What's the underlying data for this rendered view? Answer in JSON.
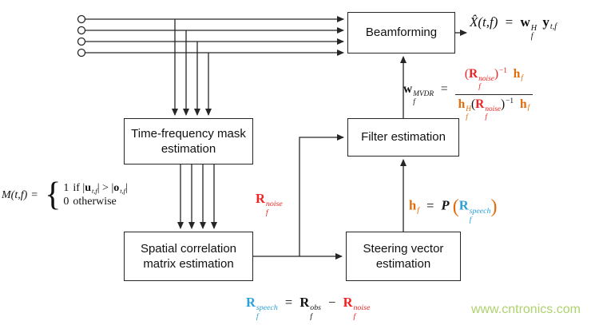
{
  "colors": {
    "red": "#ee2222",
    "orange": "#e26b0a",
    "blue": "#2b9fd8",
    "green": "#a6ce5e"
  },
  "boxes": {
    "beamforming": "Beamforming",
    "tf_mask": "Time-frequency mask estimation",
    "filter": "Filter estimation",
    "spatial": "Spatial correlation matrix estimation",
    "steering": "Steering vector estimation"
  },
  "formulas": {
    "output": {
      "lhs": "X̂(t,f)",
      "eq": "=",
      "w": "w",
      "w_sup": "H",
      "w_sub": "f",
      "y": "y",
      "y_sub": "t,f"
    },
    "mvdr": {
      "w": "w",
      "w_sup": "MVDR",
      "w_sub": "f",
      "eq": "=",
      "num_open": "(",
      "num_R": "R",
      "num_R_sup": "noise",
      "num_R_sub": "f",
      "num_close": ")",
      "num_inv": "−1",
      "num_h": "h",
      "num_h_sub": "f",
      "den_h": "h",
      "den_h_sup": "H",
      "den_h_sub": "f",
      "den_open": "(",
      "den_R": "R",
      "den_R_sup": "noise",
      "den_R_sub": "f",
      "den_close": ")",
      "den_inv": "−1",
      "den_h2": "h",
      "den_h2_sub": "f"
    },
    "mask": {
      "lhs": "M(t,f)",
      "eq": "=",
      "brace": "{",
      "row1_val": "1",
      "row1_pre": "if |",
      "row1_u": "u",
      "row1_u_sub": "t,f",
      "row1_mid": "| > |",
      "row1_o": "o",
      "row1_o_sub": "t,f",
      "row1_end": "|",
      "row2_val": "0",
      "row2_cond": "otherwise"
    },
    "r_noise": {
      "R": "R",
      "sup": "noise",
      "sub": "f"
    },
    "h_eq": {
      "h": "h",
      "h_sub": "f",
      "eq": "=",
      "op": "P",
      "open": "(",
      "R": "R",
      "R_sup": "speech",
      "R_sub": "f",
      "close": ")"
    },
    "speech_eq": {
      "R1": "R",
      "R1_sup": "speech",
      "R1_sub": "f",
      "eq": "=",
      "R2": "R",
      "R2_sup": "obs",
      "R2_sub": "f",
      "minus": "−",
      "R3": "R",
      "R3_sup": "noise",
      "R3_sub": "f"
    }
  },
  "watermark": "www.cntronics.com"
}
